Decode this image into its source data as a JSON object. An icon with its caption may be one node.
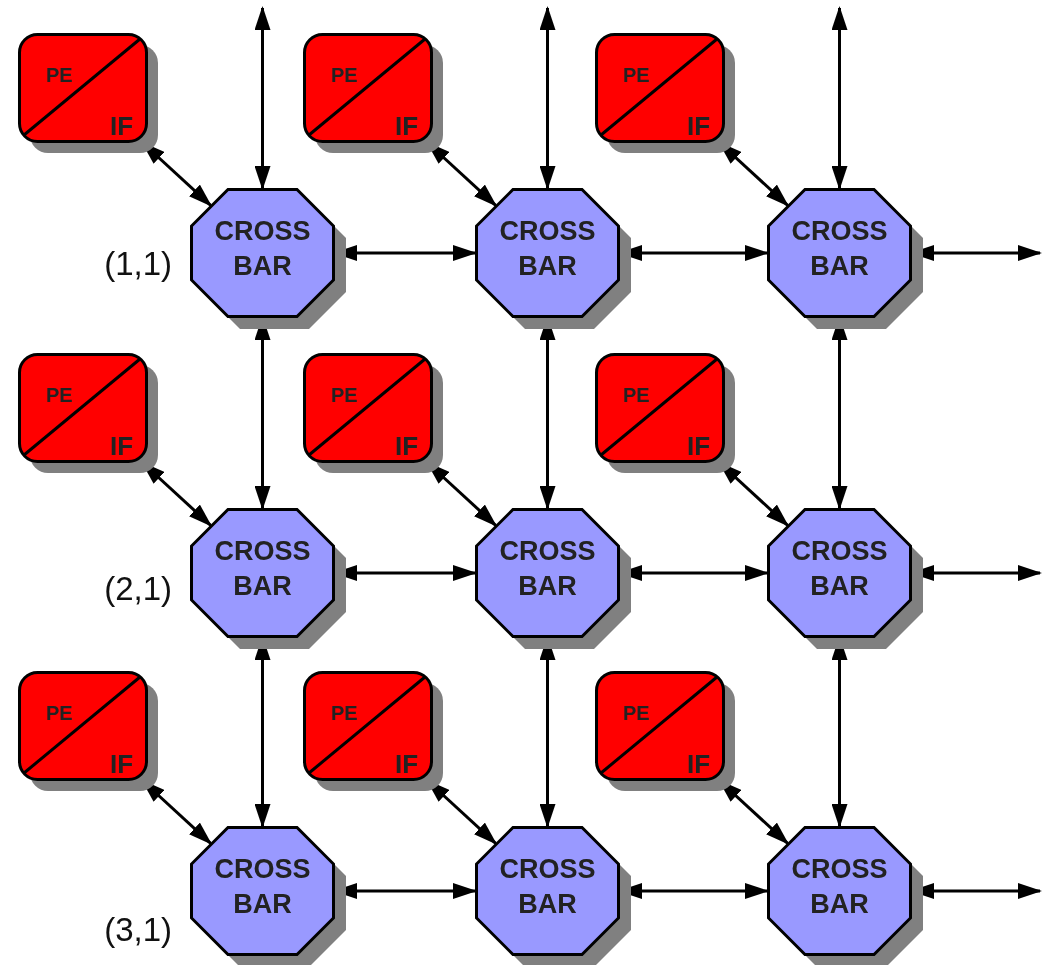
{
  "diagram": {
    "nodes": [
      {
        "text": [
          "PE",
          "IF"
        ]
      },
      {
        "text": [
          "PE",
          "IF"
        ]
      },
      {
        "text": [
          "PE",
          "IF"
        ]
      },
      {
        "text": [
          "CROSS BAR"
        ],
        "beside": [
          "(1,1)"
        ]
      },
      {
        "text": [
          "CROSS BAR"
        ]
      },
      {
        "text": [
          "CROSS BAR"
        ]
      },
      {
        "text": [
          "PE",
          "IF"
        ]
      },
      {
        "text": [
          "PE",
          "IF"
        ]
      },
      {
        "text": [
          "PE",
          "IF"
        ]
      },
      {
        "text": [
          "CROSS BAR"
        ],
        "beside": [
          "(2,1)"
        ]
      },
      {
        "text": [
          "CROSS BAR"
        ]
      },
      {
        "text": [
          "CROSS BAR"
        ]
      },
      {
        "text": [
          "PE",
          "IF"
        ]
      },
      {
        "text": [
          "PE",
          "IF"
        ]
      },
      {
        "text": [
          "PE",
          "IF"
        ]
      },
      {
        "text": [
          "CROSS BAR"
        ],
        "beside": [
          "(3,1)"
        ]
      },
      {
        "text": [
          "CROSS BAR"
        ]
      },
      {
        "text": [
          "CROSS BAR"
        ]
      }
    ],
    "edges": [
      {
        "from": 0,
        "to": 3,
        "arrow": "both"
      },
      {
        "from": 1,
        "to": 4,
        "arrow": "both"
      },
      {
        "from": 2,
        "to": 5,
        "arrow": "both"
      },
      {
        "from": null,
        "to": 3,
        "arrow": "both"
      },
      {
        "from": null,
        "to": 4,
        "arrow": "both"
      },
      {
        "from": null,
        "to": 5,
        "arrow": "both"
      },
      {
        "from": 3,
        "to": 4,
        "arrow": "both"
      },
      {
        "from": 4,
        "to": 5,
        "arrow": "both"
      },
      {
        "from": 5,
        "to": null,
        "arrow": "both"
      },
      {
        "from": 6,
        "to": 9,
        "arrow": "both"
      },
      {
        "from": 7,
        "to": 10,
        "arrow": "both"
      },
      {
        "from": 8,
        "to": 11,
        "arrow": "both"
      },
      {
        "from": 3,
        "to": 9,
        "arrow": "both"
      },
      {
        "from": 4,
        "to": 10,
        "arrow": "both"
      },
      {
        "from": 5,
        "to": 11,
        "arrow": "both"
      },
      {
        "from": 9,
        "to": 10,
        "arrow": "both"
      },
      {
        "from": 10,
        "to": 11,
        "arrow": "both"
      },
      {
        "from": 11,
        "to": null,
        "arrow": "both"
      },
      {
        "from": 12,
        "to": 15,
        "arrow": "both"
      },
      {
        "from": 13,
        "to": 16,
        "arrow": "both"
      },
      {
        "from": 14,
        "to": 17,
        "arrow": "both"
      },
      {
        "from": 9,
        "to": 15,
        "arrow": "both"
      },
      {
        "from": 10,
        "to": 16,
        "arrow": "both"
      },
      {
        "from": 11,
        "to": 17,
        "arrow": "both"
      },
      {
        "from": 15,
        "to": 16,
        "arrow": "both"
      },
      {
        "from": 16,
        "to": 17,
        "arrow": "both"
      },
      {
        "from": 17,
        "to": null,
        "arrow": "both"
      }
    ]
  }
}
